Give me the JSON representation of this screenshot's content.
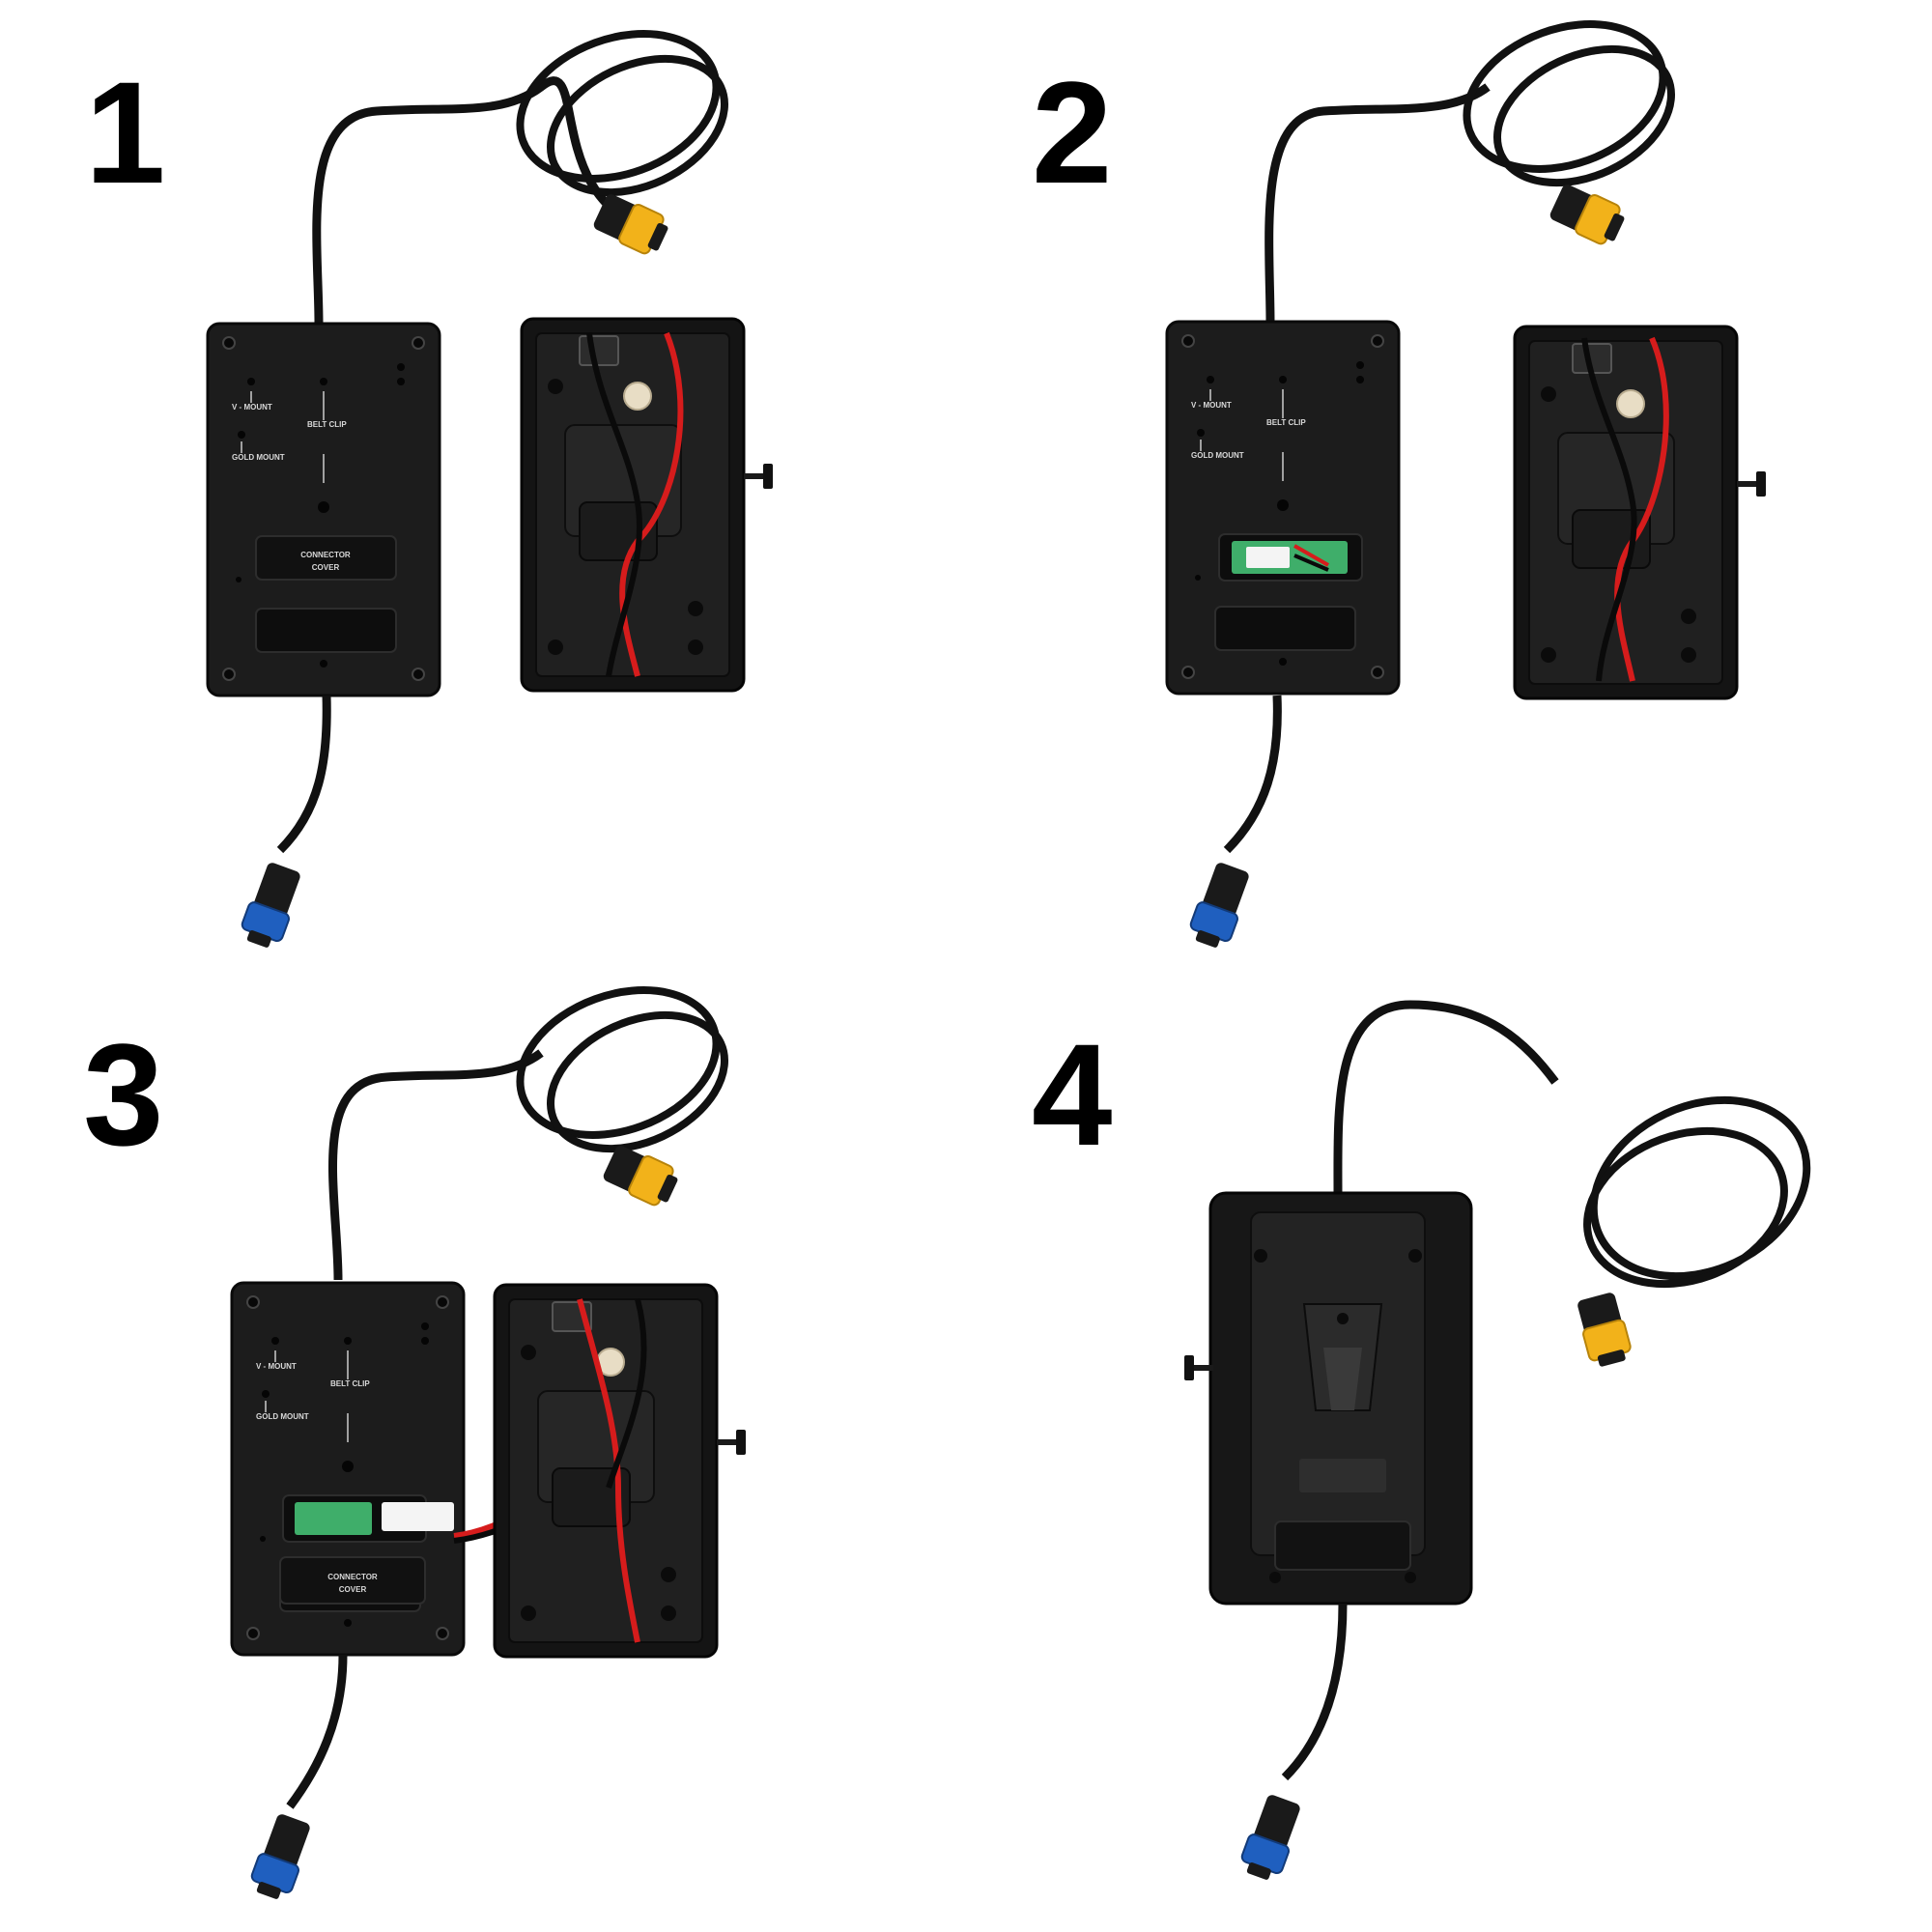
{
  "steps": [
    {
      "number": "1"
    },
    {
      "number": "2"
    },
    {
      "number": "3"
    },
    {
      "number": "4"
    }
  ],
  "plate": {
    "v_mount": "V - MOUNT",
    "gold_mount": "GOLD MOUNT",
    "belt_clip": "BELT CLIP",
    "connector_cover_line1": "CONNECTOR",
    "connector_cover_line2": "COVER"
  },
  "colors": {
    "cable": "#111111",
    "plate": "#1c1c1c",
    "yellow_connector": "#f2b21a",
    "blue_connector": "#1f5fbf",
    "red_wire": "#d61c1c",
    "pcb_green": "#3fae6a"
  }
}
